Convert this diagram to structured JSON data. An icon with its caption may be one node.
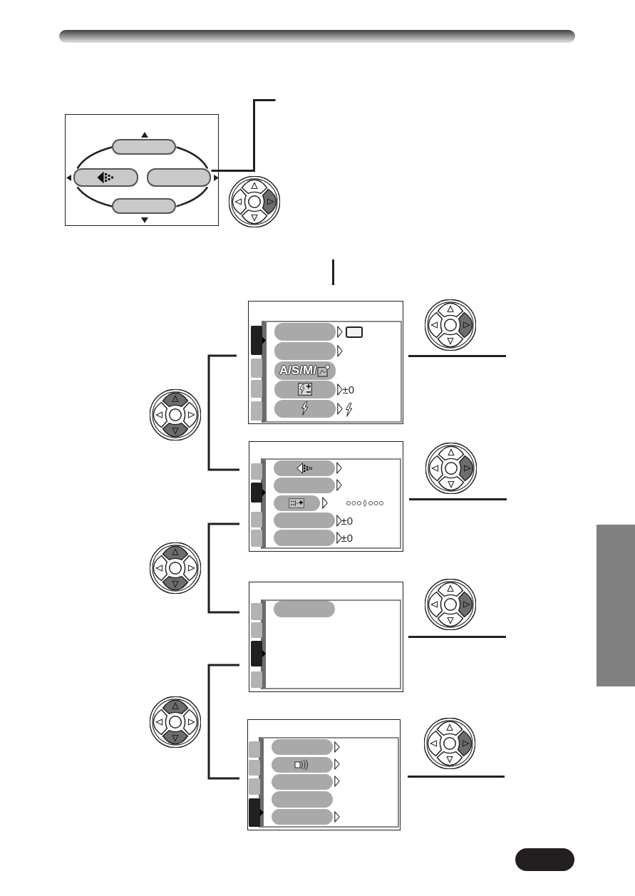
{
  "diagram": {
    "nodes": [
      {
        "text": [],
        "shape": "box"
      },
      {
        "text": [],
        "shape": "box",
        "in": 0
      },
      {
        "text": [],
        "shape": "box",
        "in": 0
      },
      {
        "text": [],
        "shape": "box",
        "in": 0
      },
      {
        "text": [],
        "shape": "box",
        "in": 0
      },
      {
        "text": [],
        "shape": "box"
      },
      {
        "text": [],
        "shape": "box",
        "in": 5
      },
      {
        "text": [],
        "shape": "box",
        "in": 5
      },
      {
        "text": [
          "A/S/M/"
        ],
        "in": 5
      },
      {
        "text": [],
        "shape": "box",
        "in": 5,
        "beside": [
          "±0"
        ]
      },
      {
        "text": [],
        "shape": "box",
        "in": 5
      },
      {
        "text": [],
        "shape": "box"
      },
      {
        "text": [],
        "shape": "box",
        "in": 11
      },
      {
        "text": [],
        "shape": "box",
        "in": 11
      },
      {
        "text": [],
        "shape": "box",
        "in": 11
      },
      {
        "text": [],
        "shape": "box",
        "in": 11,
        "beside": [
          "±0"
        ]
      },
      {
        "text": [],
        "shape": "box",
        "in": 11,
        "beside": [
          "±0"
        ]
      },
      {
        "text": [],
        "shape": "box"
      },
      {
        "text": [],
        "shape": "box",
        "in": 17
      },
      {
        "text": [],
        "shape": "box"
      },
      {
        "text": [],
        "shape": "box",
        "in": 19
      },
      {
        "text": [],
        "shape": "box",
        "in": 19
      },
      {
        "text": [],
        "shape": "box",
        "in": 19
      },
      {
        "text": [],
        "shape": "box",
        "in": 19
      },
      {
        "text": [],
        "shape": "box",
        "in": 19
      },
      {
        "text": [],
        "shape": "box"
      },
      {
        "text": [],
        "shape": "box"
      }
    ],
    "edges": [
      {
        "from": 3,
        "to": null,
        "arrow": "none"
      },
      {
        "from": 1,
        "to": 2,
        "arrow": "none"
      },
      {
        "from": 1,
        "to": 3,
        "arrow": "none"
      },
      {
        "from": 2,
        "to": 4,
        "arrow": "none"
      },
      {
        "from": 3,
        "to": 4,
        "arrow": "none"
      }
    ]
  }
}
